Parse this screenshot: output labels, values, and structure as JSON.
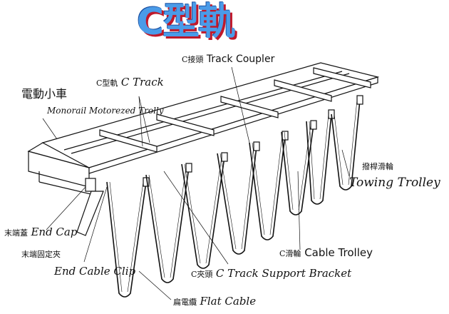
{
  "title": "C型軌",
  "labels": {
    "coupler": {
      "zh": "C接頭",
      "en": "Track Coupler"
    },
    "track": {
      "zh": "C型軌",
      "en": "C Track"
    },
    "trolley": {
      "zh": "電動小車",
      "en": "Monorail Motorezed Trolly"
    },
    "towing": {
      "zh": "撥桿滑輪",
      "en": "Towing Trolley"
    },
    "endcap": {
      "zh": "末端蓋",
      "en": "End Cap"
    },
    "endclip": {
      "zh": "末端固定夾",
      "en": "End Cable Clip"
    },
    "cabletrolley": {
      "zh": "C滑輪",
      "en": "Cable Trolley"
    },
    "bracket": {
      "zh": "C夾頭",
      "en": "C Track Support Bracket"
    },
    "flatcable": {
      "zh": "扁電纜",
      "en": "Flat Cable"
    }
  }
}
